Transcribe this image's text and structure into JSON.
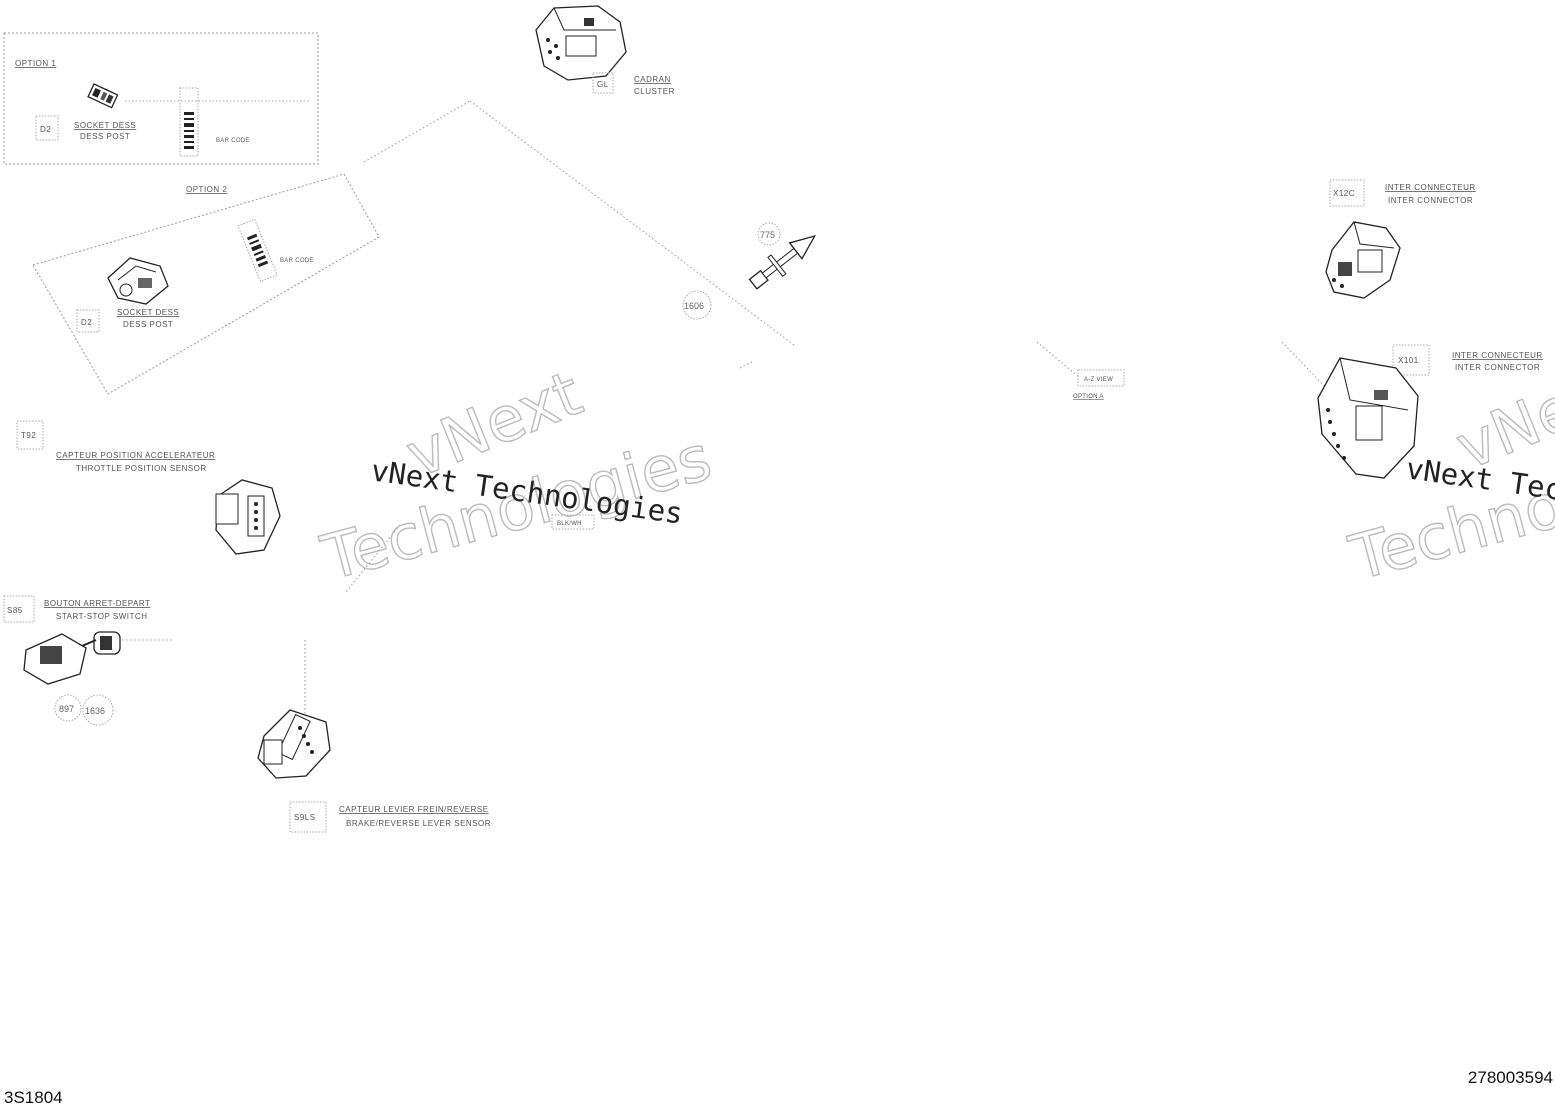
{
  "figure": {
    "left_code": "3S1804",
    "right_code": "278003594"
  },
  "option_box_1": {
    "title": "OPTION 1",
    "code": "D2",
    "label_fr": "SOCKET DESS",
    "label_en": "DESS POST",
    "bar_code": "BAR CODE"
  },
  "option_box_2": {
    "title": "OPTION 2",
    "code": "D2",
    "label_fr": "SOCKET DESS",
    "label_en": "DESS POST",
    "bar_code": "BAR CODE"
  },
  "cluster": {
    "code": "GL",
    "label_fr": "CADRAN",
    "label_en": "CLUSTER"
  },
  "fuse_part": {
    "callout_a": "775",
    "callout_b": "1606"
  },
  "inter_connector_a": {
    "code": "X12C",
    "label_fr": "INTER CONNECTEUR",
    "label_en": "INTER CONNECTOR"
  },
  "inter_connector_b": {
    "code": "X101",
    "label_fr": "INTER CONNECTEUR",
    "label_en": "INTER CONNECTOR"
  },
  "view_ref": {
    "line1": "A-Z VIEW",
    "line2": "OPTION A"
  },
  "throttle_sensor": {
    "code": "T92",
    "label_fr": "CAPTEUR POSITION ACCELERATEUR",
    "label_en": "THROTTLE POSITION SENSOR"
  },
  "start_stop_switch": {
    "code": "S85",
    "label_fr": "BOUTON ARRET-DEPART",
    "label_en": "START-STOP SWITCH",
    "callout_a": "897",
    "callout_b": "1636"
  },
  "lever_sensor": {
    "code": "S9LS",
    "label_fr": "CAPTEUR LEVIER FREIN/REVERSE",
    "label_en": "BRAKE/REVERSE LEVER SENSOR"
  },
  "mid_tag": {
    "text": "BLK/WH"
  },
  "watermark": {
    "brand": "vNext Technologies",
    "word1": "vNext",
    "word2": "Technologies"
  }
}
